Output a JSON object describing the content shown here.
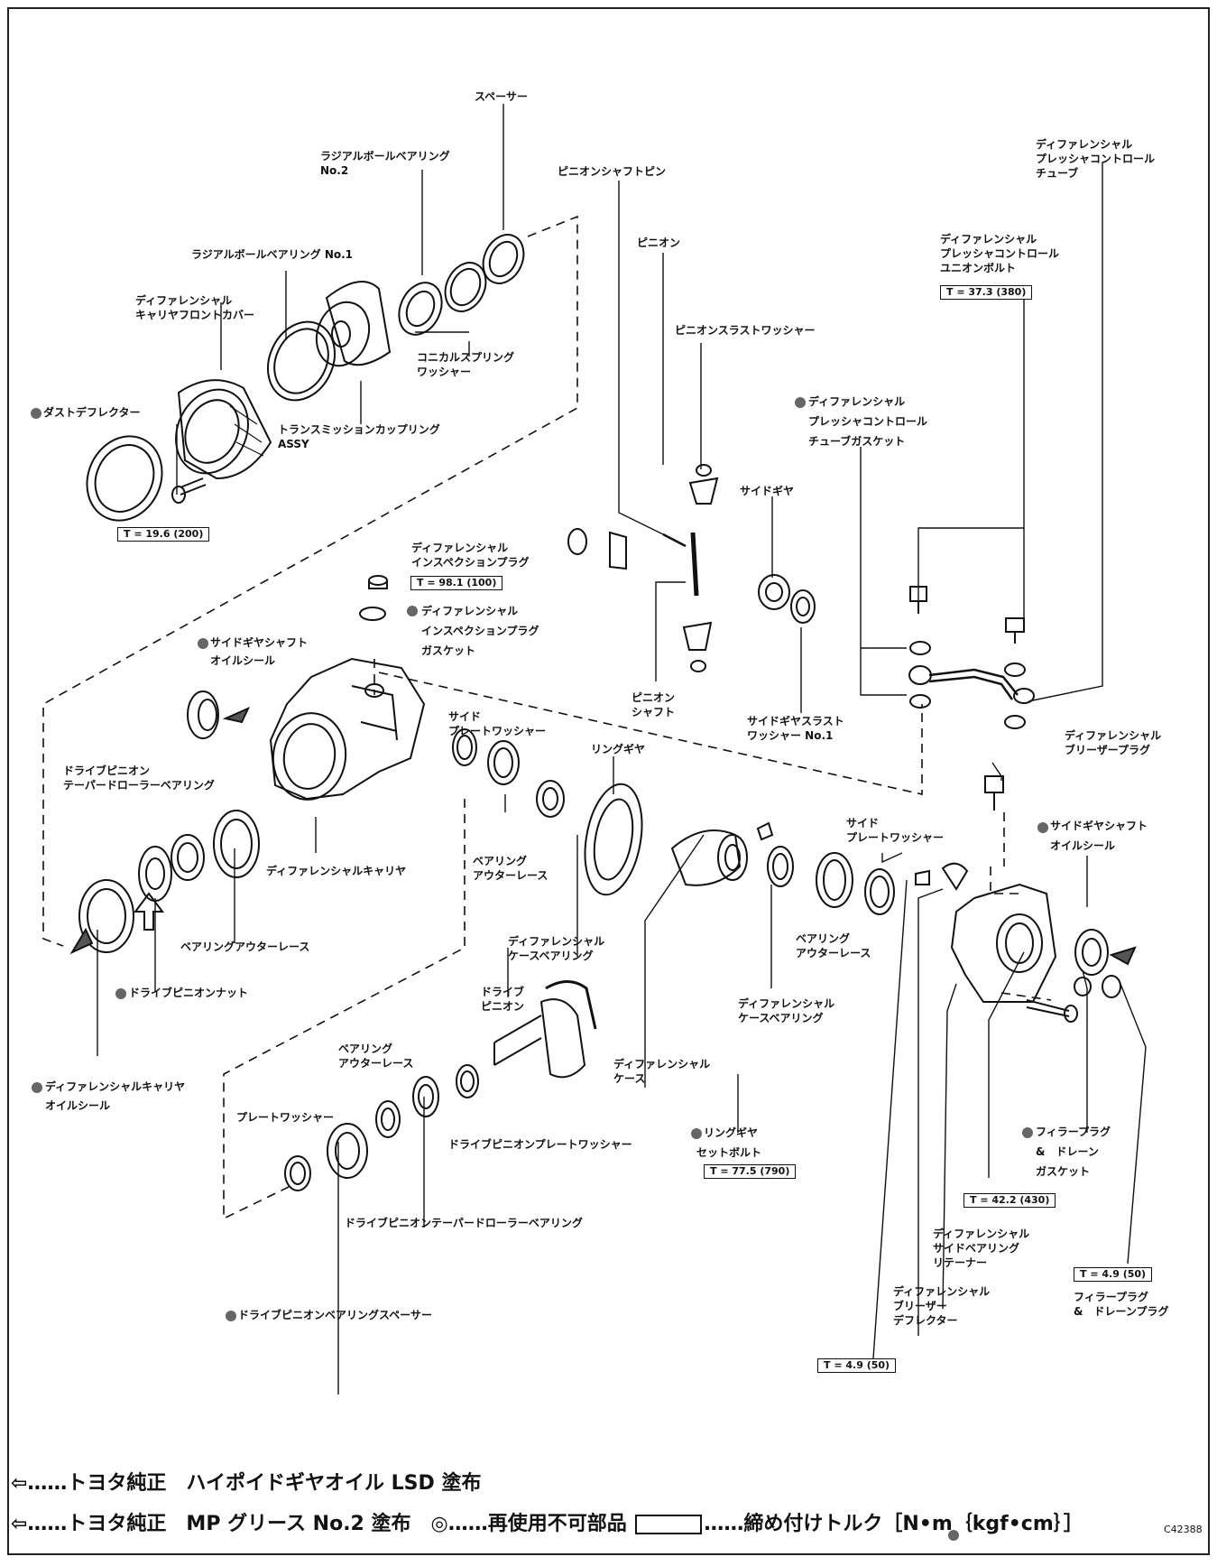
{
  "labels": {
    "spacer": "スペーサー",
    "radial_ball_bearing_no2_l1": "ラジアルボールベアリング",
    "radial_ball_bearing_no2_l2": "No.2",
    "pinion_shaft_pin": "ピニオンシャフトピン",
    "pressure_control_tube_l1": "ディファレンシャル",
    "pressure_control_tube_l2": "プレッシャコントロール",
    "pressure_control_tube_l3": "チューブ",
    "radial_ball_bearing_no1": "ラジアルボールベアリング No.1",
    "pinion": "ピニオン",
    "union_bolt_l1": "ディファレンシャル",
    "union_bolt_l2": "プレッシャコントロール",
    "union_bolt_l3": "ユニオンボルト",
    "front_cover_l1": "ディファレンシャル",
    "front_cover_l2": "キャリヤフロントカバー",
    "pinion_thrust_washer": "ピニオンスラストワッシャー",
    "conical_spring_washer_l1": "コニカルスプリング",
    "conical_spring_washer_l2": "ワッシャー",
    "dust_deflector": "ダストデフレクター",
    "tube_gasket_l1": "ディファレンシャル",
    "tube_gasket_l2": "プレッシャコントロール",
    "tube_gasket_l3": "チューブガスケット",
    "coupling_assy_l1": "トランスミッションカップリング",
    "coupling_assy_l2": "ASSY",
    "side_gear": "サイドギヤ",
    "inspection_plug_l1": "ディファレンシャル",
    "inspection_plug_l2": "インスペクションプラグ",
    "inspection_gasket_l1": "ディファレンシャル",
    "inspection_gasket_l2": "インスペクションプラグ",
    "inspection_gasket_l3": "ガスケット",
    "side_oil_seal_l_l1": "サイドギヤシャフト",
    "side_oil_seal_l_l2": "オイルシール",
    "pinion_shaft_l1": "ピニオン",
    "pinion_shaft_l2": "シャフト",
    "side_thrust_washer_l1": "サイドギヤスラスト",
    "side_thrust_washer_l2": "ワッシャー No.1",
    "side_plate_washer_l_l1": "サイド",
    "side_plate_washer_l_l2": "プレートワッシャー",
    "ring_gear": "リングギヤ",
    "breather_plug_l1": "ディファレンシャル",
    "breather_plug_l2": "ブリーザープラグ",
    "drive_pinion_bearing_l1": "ドライブピニオン",
    "drive_pinion_bearing_l2": "テーパードローラーベアリング",
    "carrier": "ディファレンシャルキャリヤ",
    "bearing_outer_race_mid_l1": "ベアリング",
    "bearing_outer_race_mid_l2": "アウターレース",
    "side_oil_seal_r_l1": "サイドギヤシャフト",
    "side_oil_seal_r_l2": "オイルシール",
    "side_plate_washer_r_l1": "サイド",
    "side_plate_washer_r_l2": "プレートワッシャー",
    "bearing_outer_race_left": "ベアリングアウターレース",
    "case_bearing_left_l1": "ディファレンシャル",
    "case_bearing_left_l2": "ケースベアリング",
    "bearing_outer_race_right_l1": "ベアリング",
    "bearing_outer_race_right_l2": "アウターレース",
    "drive_pinion_nut": "ドライブピニオンナット",
    "drive_pinion_l1": "ドライブ",
    "drive_pinion_l2": "ピニオン",
    "case_bearing_right_l1": "ディファレンシャル",
    "case_bearing_right_l2": "ケースベアリング",
    "carrier_oil_seal_l1": "ディファレンシャルキャリヤ",
    "carrier_oil_seal_l2": "オイルシール",
    "bearing_outer_race_low_l1": "ベアリング",
    "bearing_outer_race_low_l2": "アウターレース",
    "diff_case_l1": "ディファレンシャル",
    "diff_case_l2": "ケース",
    "plate_washer": "プレートワッシャー",
    "drive_pinion_plate_washer": "ドライブピニオンプレートワッシャー",
    "ring_gear_bolt_l1": "リングギヤ",
    "ring_gear_bolt_l2": "セットボルト",
    "filler_gasket_l1": "フィラープラグ",
    "filler_gasket_l2": "&　ドレーン",
    "filler_gasket_l3": "ガスケット",
    "drive_pinion_taper_bearing": "ドライブピニオンテーパードローラーベアリング",
    "side_bearing_retainer_l1": "ディファレンシャル",
    "side_bearing_retainer_l2": "サイドベアリング",
    "side_bearing_retainer_l3": "リテーナー",
    "breather_deflector_l1": "ディファレンシャル",
    "breather_deflector_l2": "ブリーザー",
    "breather_deflector_l3": "デフレクター",
    "filler_drain_plug_l1": "フィラープラグ",
    "filler_drain_plug_l2": "&　ドレーンプラグ",
    "pinion_bearing_spacer": "ドライブピニオンベアリングスペーサー"
  },
  "torques": {
    "union_bolt": "T = 37.3 (380)",
    "front_cover_bolt": "T = 19.6 (200)",
    "inspection_plug": "T = 98.1 (100)",
    "ring_gear_bolt": "T = 77.5 (790)",
    "retainer_bolt": "T = 42.2 (430)",
    "filler_drain_plug": "T = 4.9 (50)",
    "breather_plug": "T = 4.9 (50)"
  },
  "legend": {
    "line1": "⇦……トヨタ純正　ハイポイドギヤオイル LSD 塗布",
    "line2_a": "⇦……トヨタ純正　MP グリース No.2 塗布　◎……再使用不可部品",
    "line2_b": "……締め付けトルク［N•m｛kgf•cm｝］"
  },
  "figure_code": "C42388",
  "colors": {
    "ink": "#111111",
    "background": "#ffffff"
  }
}
